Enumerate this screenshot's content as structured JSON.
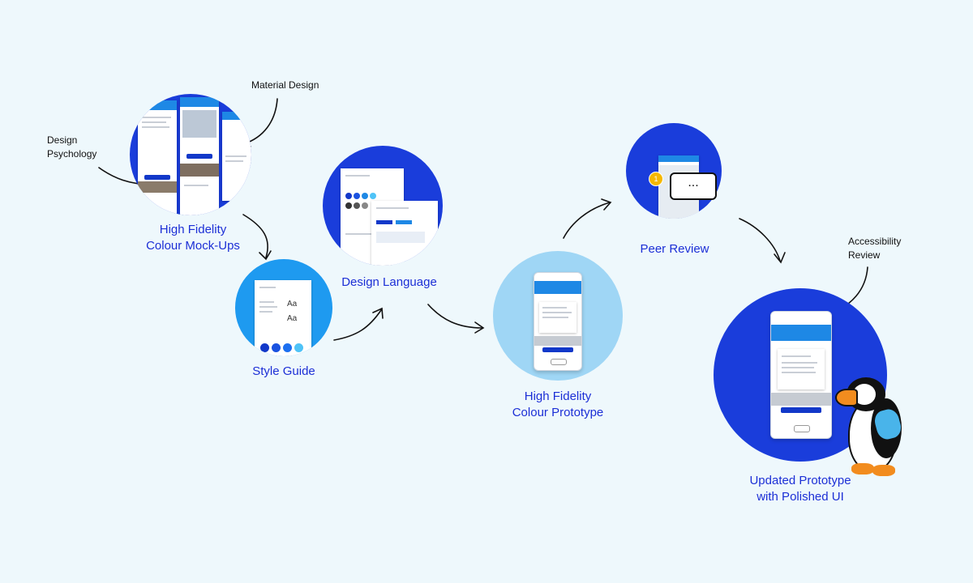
{
  "nodes": {
    "mockups_label_line1": "High Fidelity",
    "mockups_label_line2": "Colour Mock-Ups",
    "style_guide_label": "Style Guide",
    "design_language_label": "Design Language",
    "prototype_label_line1": "High Fidelity",
    "prototype_label_line2": "Colour Prototype",
    "peer_review_label": "Peer Review",
    "updated_label_line1": "Updated Prototype",
    "updated_label_line2": "with Polished UI"
  },
  "annotations": {
    "material_design": "Material Design",
    "design_psychology_line1": "Design",
    "design_psychology_line2": "Psychology",
    "accessibility_line1": "Accessibility",
    "accessibility_line2": "Review"
  },
  "peer_review": {
    "badge_count": "1",
    "bubble_text": "..."
  },
  "colors": {
    "background": "#eef8fc",
    "dark_blue": "#1a3ddb",
    "mid_blue": "#1e9af0",
    "light_blue": "#9fd6f5",
    "label_blue": "#1c2fd6"
  }
}
